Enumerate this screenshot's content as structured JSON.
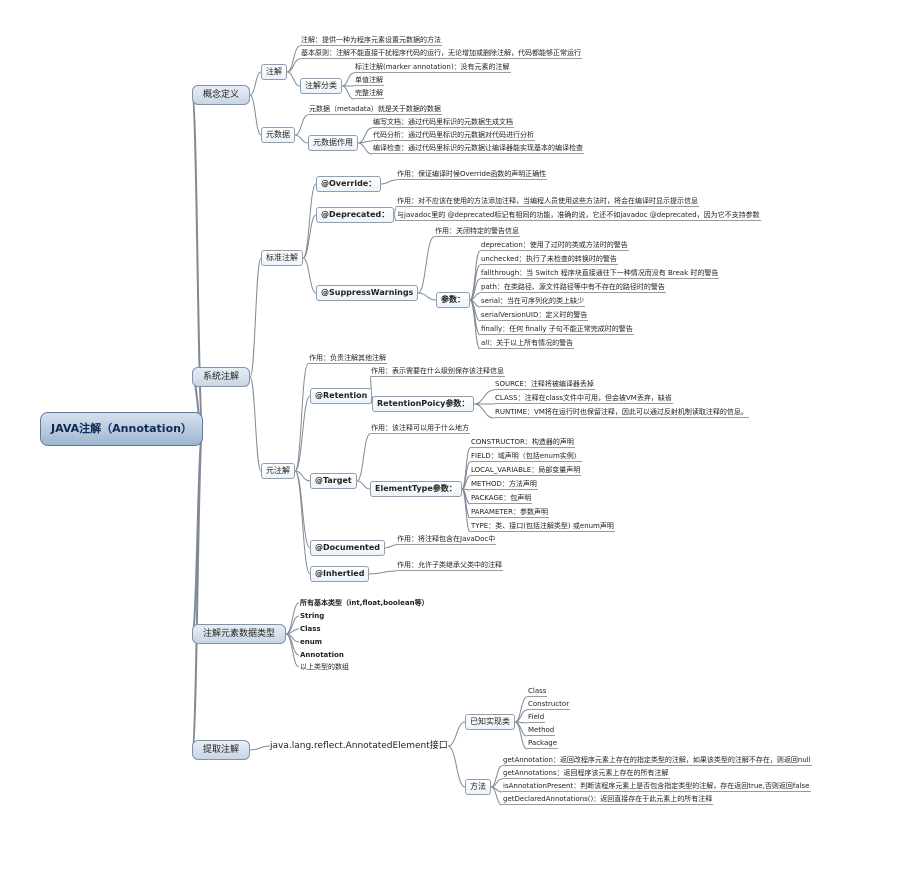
{
  "root": "JAVA注解（Annotation）",
  "concept": {
    "label": "概念定义",
    "annotation": {
      "label": "注解",
      "def": "注解：提供一种为程序元素设置元数据的方法",
      "principle": "基本原则：注解不能直接干扰程序代码的运行，无论增加或删除注解，代码都能够正常运行",
      "classify": {
        "label": "注解分类",
        "items": [
          "标注注解(marker annotation)：没有元素的注解",
          "单值注解",
          "完整注解"
        ]
      }
    },
    "metadata": {
      "label": "元数据",
      "def": "元数据（metadata）就是关于数据的数据",
      "usage": {
        "label": "元数据作用",
        "items": [
          "编写文档：通过代码里标识的元数据生成文档",
          "代码分析：通过代码里标识的元数据对代码进行分析",
          "编译检查：通过代码里标识的元数据让编译器能实现基本的编译检查"
        ]
      }
    }
  },
  "system": {
    "label": "系统注解",
    "standard": {
      "label": "标准注解",
      "override": {
        "label": "@Override：",
        "desc": "作用：保证编译时候Override函数的声明正确性"
      },
      "deprecated": {
        "label": "@Deprecated：",
        "desc1": "作用：对不应该在使用的方法添加注释，当编程人员使用这些方法时，将会在编译时显示提示信息",
        "desc2": "与javadoc里的 @deprecated标记有相同的功能，准确的说，它还不如javadoc @deprecated，因为它不支持参数"
      },
      "suppress": {
        "label": "@SuppressWarnings",
        "desc": "作用：关闭特定的警告信息",
        "params": {
          "label": "参数：",
          "items": [
            "deprecation：使用了过时的类或方法时的警告",
            "unchecked：执行了未检查的转换时的警告",
            "fallthrough：当 Switch 程序块直接通往下一种情况而没有 Break 时的警告",
            "path：在类路径、源文件路径等中有不存在的路径时的警告",
            "serial：当在可序列化的类上缺少",
            "serialVersionUID：定义时的警告",
            "finally：任何 finally 子句不能正常完成时的警告",
            "all：关于以上所有情况的警告"
          ]
        }
      }
    },
    "meta": {
      "label": "元注解",
      "desc": "作用：负责注解其他注解",
      "retention": {
        "label": "@Retention",
        "desc": "作用：表示需要在什么级别保存该注释信息",
        "policy": {
          "label": "RetentionPoicy参数：",
          "items": [
            "SOURCE：注释将被编译器丢掉",
            "CLASS：注释在class文件中可用，但会被VM丢弃，缺省",
            "RUNTIME：VM将在运行时也保留注释，因此可以通过反射机制读取注释的信息。"
          ]
        }
      },
      "target": {
        "label": "@Target",
        "desc": "作用：该注释可以用于什么地方",
        "etype": {
          "label": "ElementType参数：",
          "items": [
            "CONSTRUCTOR：构造器的声明",
            "FIELD：域声明（包括enum实例）",
            "LOCAL_VARIABLE：局部变量声明",
            "METHOD：方法声明",
            "PACKAGE：包声明",
            "PARAMETER：参数声明",
            "TYPE：类、接口(包括注解类型) 或enum声明"
          ]
        }
      },
      "documented": {
        "label": "@Documented",
        "desc": "作用：将注释包含在JavaDoc中"
      },
      "inherited": {
        "label": "@Inhertied",
        "desc": "作用：允许子类继承父类中的注释"
      }
    }
  },
  "types": {
    "label": "注解元素数据类型",
    "items": [
      "所有基本类型（int,float,boolean等）",
      "String",
      "Class",
      "enum",
      "Annotation",
      "以上类型的数组"
    ]
  },
  "extract": {
    "label": "提取注解",
    "iface": "java.lang.reflect.AnnotatedElement接口",
    "impl": {
      "label": "已知实现类",
      "items": [
        "Class",
        "Constructor",
        "Field",
        "Method",
        "Package"
      ]
    },
    "methods": {
      "label": "方法",
      "items": [
        "getAnnotation：返回改程序元素上存在的指定类型的注解，如果该类型的注解不存在，则返回null",
        "getAnnotations：返回程序该元素上存在的所有注解",
        "isAnnotationPresent：判断该程序元素上是否包含指定类型的注解，存在返回true,否则返回false",
        "getDeclaredAnnotations()：返回直接存在于此元素上的所有注释"
      ]
    }
  }
}
